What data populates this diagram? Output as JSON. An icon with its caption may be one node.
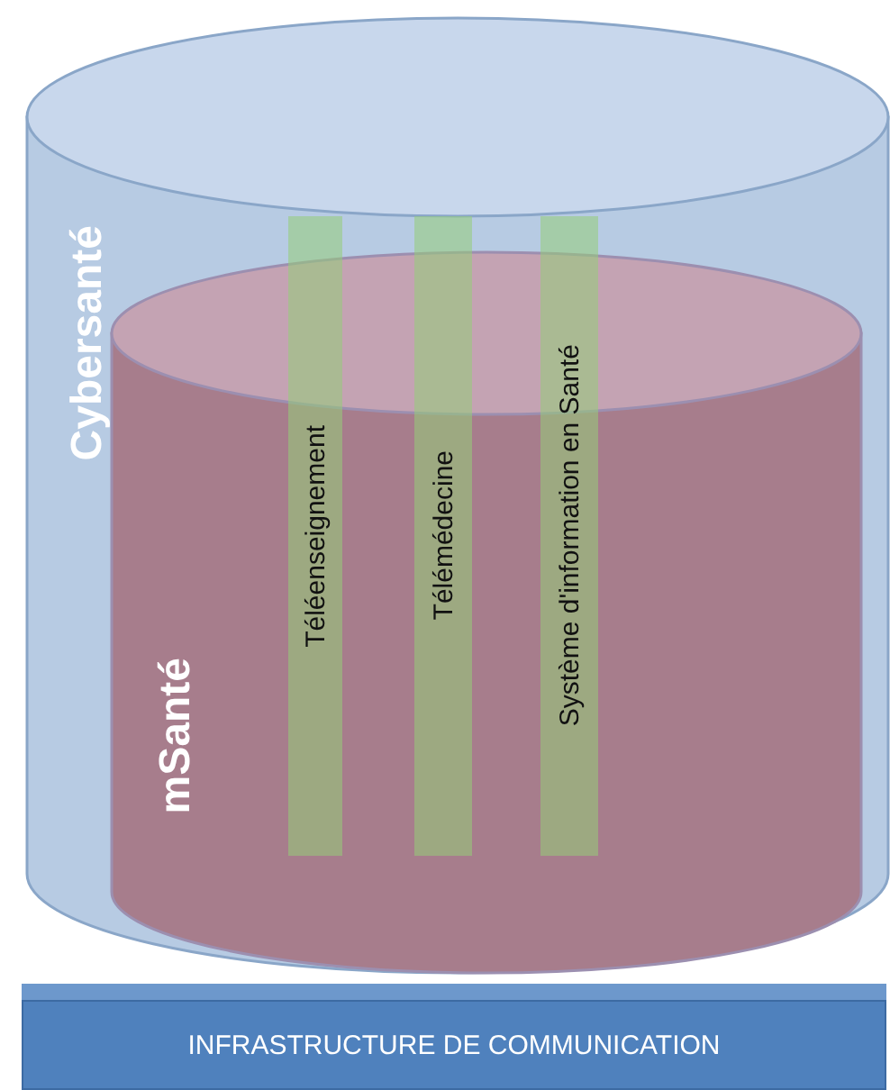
{
  "diagram": {
    "nodes": [
      {
        "text": [
          "Cybersanté"
        ]
      },
      {
        "text": [
          "mSanté"
        ],
        "in": 0
      },
      {
        "text": [
          "Téléenseignement"
        ],
        "in": 0
      },
      {
        "text": [
          "Télémédecine"
        ],
        "in": 0
      },
      {
        "text": [
          "Système d'information en Santé"
        ],
        "in": 0
      },
      {
        "text": [
          "INFRASTRUCTURE DE COMMUNICATION"
        ]
      }
    ]
  }
}
